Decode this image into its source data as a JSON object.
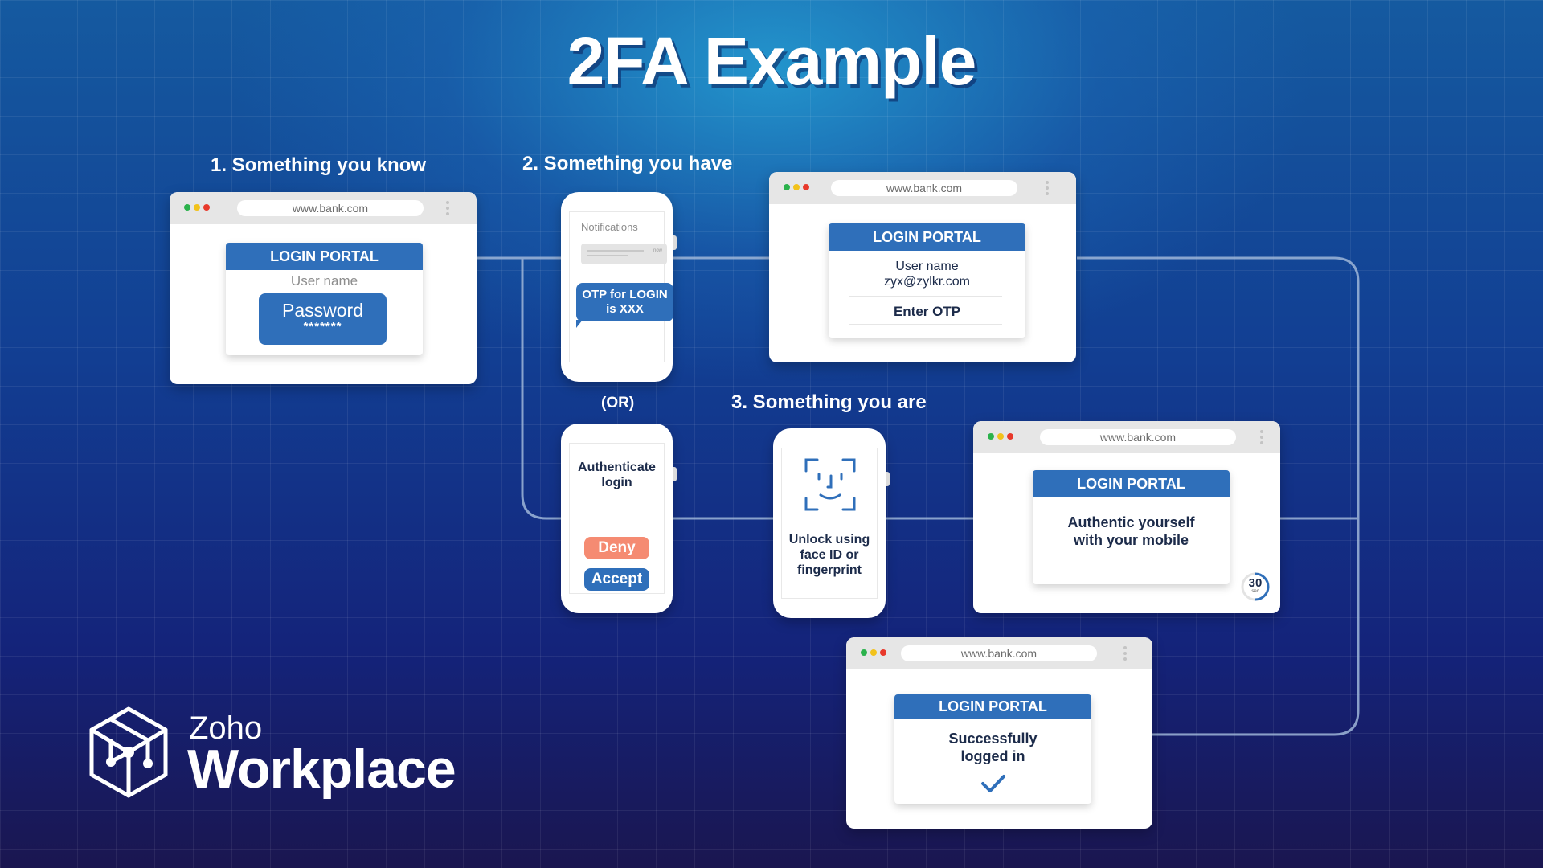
{
  "title": "2FA Example",
  "steps": {
    "know": "1.  Something you know",
    "have": "2. Something you have",
    "are": "3. Something you are",
    "or": "(OR)"
  },
  "browser": {
    "url": "www.bank.com",
    "portal_title": "LOGIN PORTAL"
  },
  "know_card": {
    "username_placeholder": "User name",
    "password_label": "Password",
    "password_mask": "*******"
  },
  "otp_phone": {
    "notifications": "Notifications",
    "notification_time": "now",
    "message_line1": "OTP for LOGIN",
    "message_line2": "is XXX"
  },
  "otp_card": {
    "username_label": "User name",
    "username_value": "zyx@zylkr.com",
    "otp_label": "Enter OTP"
  },
  "push_phone": {
    "prompt_line1": "Authenticate",
    "prompt_line2": "login",
    "deny": "Deny",
    "accept": "Accept"
  },
  "bio_phone": {
    "line1": "Unlock using",
    "line2": "face ID or",
    "line3": "fingerprint"
  },
  "mobile_card": {
    "line1": "Authentic yourself",
    "line2": "with your mobile",
    "timer_value": "30",
    "timer_unit": "sec"
  },
  "success_card": {
    "line1": "Successfully",
    "line2": "logged in"
  },
  "brand": {
    "name_small": "Zoho",
    "name_big": "Workplace"
  },
  "colors": {
    "portal_blue": "#2f6fba",
    "deny": "#f58b72",
    "accept": "#2f6fba",
    "dot_green": "#2bb24c",
    "dot_yellow": "#f2c21b",
    "dot_red": "#e8392b"
  },
  "icons": [
    "cube-logo-icon",
    "face-id-icon",
    "checkmark-icon",
    "timer-icon",
    "kebab-menu-icon"
  ]
}
